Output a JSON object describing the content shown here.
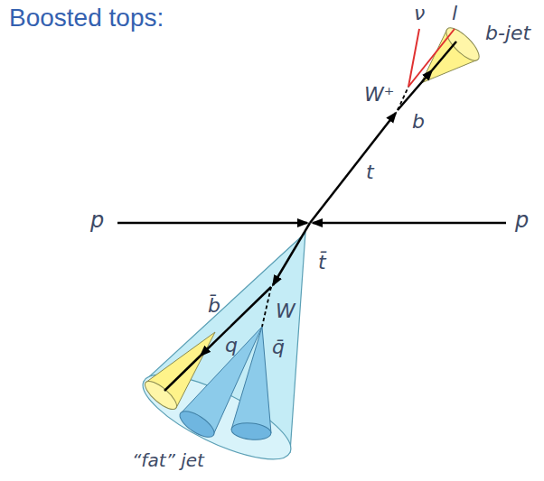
{
  "diagram": {
    "title": "Boosted tops:",
    "labels": [
      "ν",
      "l",
      "b-jet",
      "W⁺",
      "b",
      "t",
      "p",
      "p",
      "t̄",
      "b̄",
      "W",
      "q",
      "q̄",
      "“fat” jet"
    ]
  }
}
